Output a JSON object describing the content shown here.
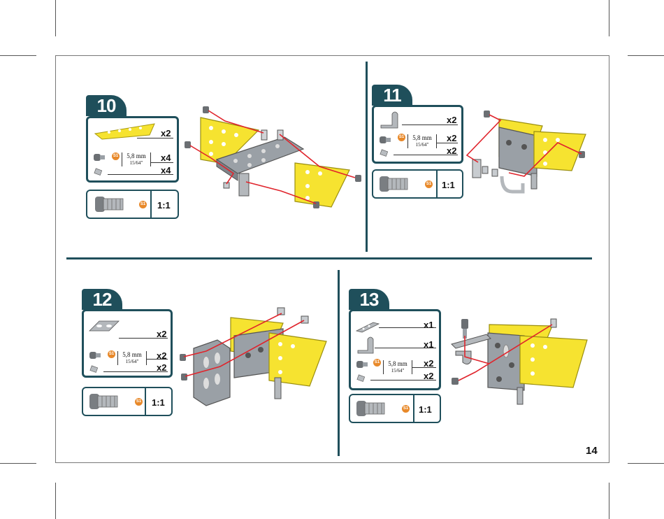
{
  "page_number": "14",
  "colors": {
    "accent": "#1f4f5b",
    "plate": "#f6e330",
    "metal": "#9aa0a6",
    "guide": "#e0242c",
    "badge": "#e8892a"
  },
  "steps": [
    {
      "number": "10",
      "parts": [
        {
          "name": "yellow-triangle-plate",
          "qty": "x2"
        },
        {
          "name": "screw",
          "qty": "x4",
          "size": "5,8 mm",
          "size_imperial": "15/64\""
        },
        {
          "name": "square-nut",
          "qty": "x4"
        }
      ],
      "scale": {
        "badge": "S1",
        "ratio": "1:1"
      }
    },
    {
      "number": "11",
      "parts": [
        {
          "name": "angle-bracket",
          "qty": "x2"
        },
        {
          "name": "screw",
          "qty": "x2",
          "size": "5,8 mm",
          "size_imperial": "15/64\""
        },
        {
          "name": "square-nut",
          "qty": "x2"
        }
      ],
      "scale": {
        "badge": "S1",
        "ratio": "1:1"
      }
    },
    {
      "number": "12",
      "parts": [
        {
          "name": "flat-plate-slotted",
          "qty": "x2"
        },
        {
          "name": "screw",
          "qty": "x2",
          "size": "5,8 mm",
          "size_imperial": "15/64\""
        },
        {
          "name": "square-nut",
          "qty": "x2"
        }
      ],
      "scale": {
        "badge": "S1",
        "ratio": "1:1"
      }
    },
    {
      "number": "13",
      "parts": [
        {
          "name": "flat-strip",
          "qty": "x1"
        },
        {
          "name": "angle-bracket",
          "qty": "x1"
        },
        {
          "name": "screw",
          "qty": "x2",
          "size": "5,8 mm",
          "size_imperial": "15/64\""
        },
        {
          "name": "square-nut",
          "qty": "x2"
        }
      ],
      "scale": {
        "badge": "S1",
        "ratio": "1:1"
      }
    }
  ]
}
